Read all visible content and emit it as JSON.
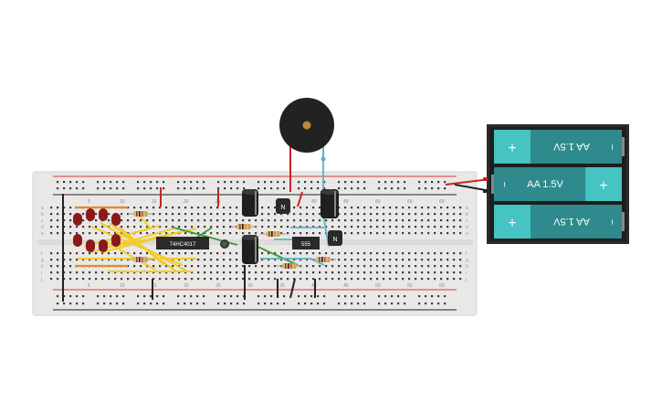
{
  "breadboard": {
    "column_numbers": [
      "5",
      "10",
      "15",
      "20",
      "25",
      "30",
      "35",
      "40",
      "45",
      "50",
      "55",
      "60"
    ],
    "row_letters_top": [
      "a",
      "b",
      "c",
      "d",
      "e"
    ],
    "row_letters_bottom": [
      "f",
      "g",
      "h",
      "i",
      "j"
    ]
  },
  "components": {
    "chip1_label": "74HC4017",
    "chip2_label": "555",
    "transistor1_label": "N",
    "transistor2_label": "N"
  },
  "battery": {
    "cell1_label": "AA 1.5V",
    "cell2_label": "AA 1.5V",
    "cell3_label": "AA 1.5V",
    "plus": "+",
    "minus": "−"
  },
  "colors": {
    "board": "#e9e8e6",
    "hole": "#3c3c3c",
    "rail_red": "#d73a3a",
    "rail_dark": "#222222",
    "led": "#8a1a1a",
    "wire_yellow": "#f2cc2a",
    "wire_orange": "#e8892a",
    "wire_green": "#3a9a3a",
    "wire_blue": "#5ab4c8",
    "wire_red": "#cc2222",
    "battery_case": "#2b2b2b",
    "battery_cell": "#2e8a8c",
    "battery_cap": "#46c3c3",
    "chip": "#2a2a2a"
  }
}
